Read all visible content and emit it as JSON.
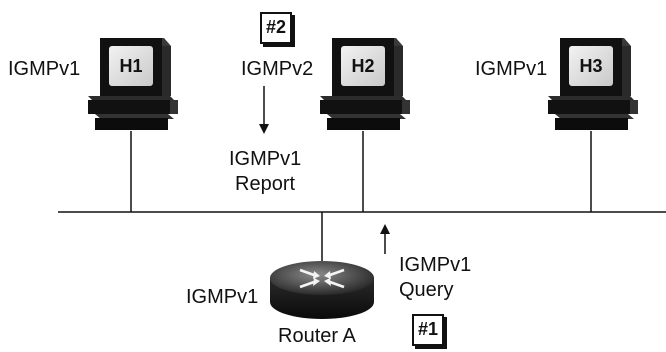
{
  "hosts": [
    {
      "name": "H1",
      "version": "IGMPv1"
    },
    {
      "name": "H2",
      "version": "IGMPv2"
    },
    {
      "name": "H3",
      "version": "IGMPv1"
    }
  ],
  "router": {
    "name": "Router A",
    "version": "IGMPv1"
  },
  "messages": {
    "report": {
      "line1": "IGMPv1",
      "line2": "Report"
    },
    "query": {
      "line1": "IGMPv1",
      "line2": "Query"
    }
  },
  "steps": {
    "report": "#2",
    "query": "#1"
  }
}
